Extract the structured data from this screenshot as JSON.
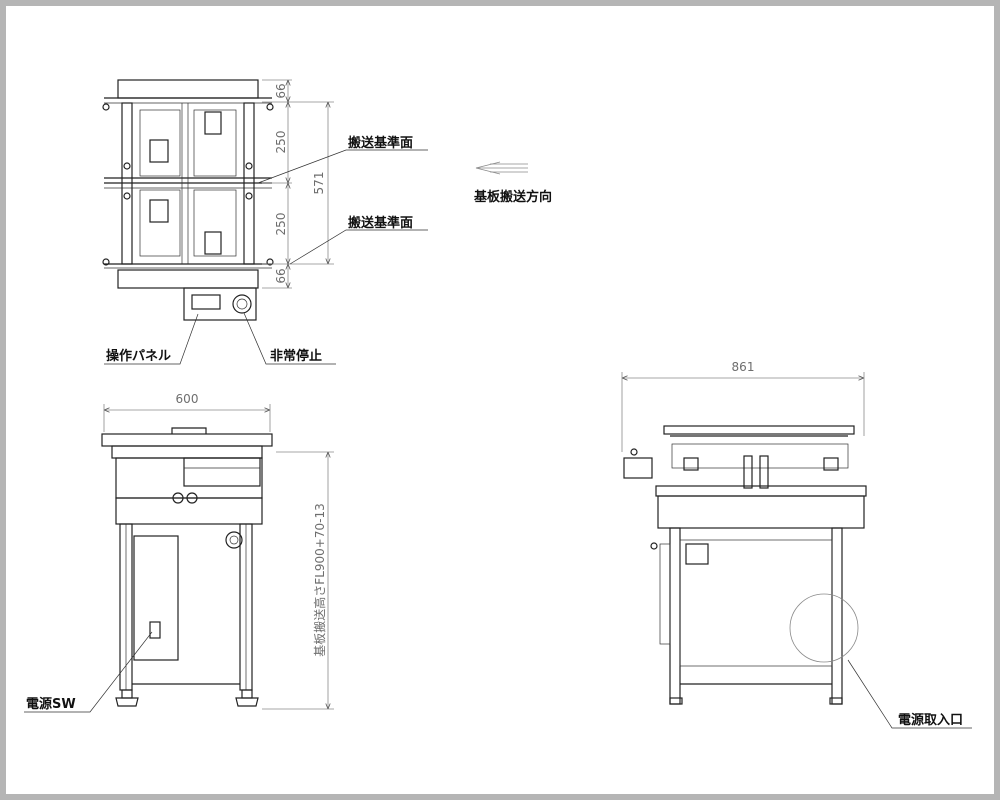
{
  "top_view": {
    "dim_top": "66",
    "dim_upper": "250",
    "dim_total": "571",
    "dim_lower": "250",
    "dim_bottom": "66",
    "label_ref_upper": "搬送基準面",
    "label_ref_lower": "搬送基準面",
    "label_panel": "操作パネル",
    "label_estop": "非常停止"
  },
  "direction_label": "基板搬送方向",
  "front_view": {
    "dim_width": "600",
    "dim_height": "基板搬送高さFL900+70-13",
    "label_power_sw": "電源SW"
  },
  "side_view": {
    "dim_width": "861",
    "label_power_inlet": "電源取入口"
  }
}
